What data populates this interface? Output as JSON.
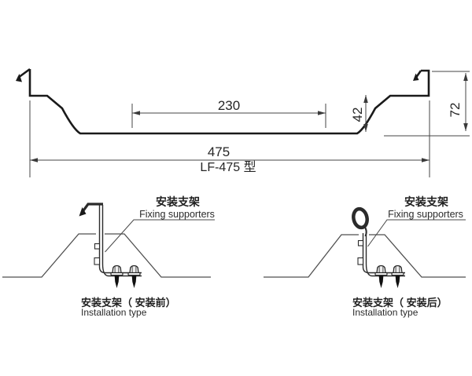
{
  "colors": {
    "background": "#ffffff",
    "profile_line": "#1a1a1a",
    "thin_line": "#464646",
    "detail_line": "#2b2b2b",
    "text": "#262626"
  },
  "profile_drawing": {
    "dim_inner_width": "230",
    "dim_rib_height": "42",
    "dim_overall_width": "475",
    "dim_overall_height": "72",
    "model_label": "LF-475 型"
  },
  "detail_before": {
    "callout_cn": "安装支架",
    "callout_en": "Fixing supporters",
    "caption_cn": "安装支架（ 安装前）",
    "caption_en": "Installation type"
  },
  "detail_after": {
    "callout_cn": "安装支架",
    "callout_en": "Fixing supporters",
    "caption_cn": "安装支架（ 安装后）",
    "caption_en": "Installation type"
  }
}
